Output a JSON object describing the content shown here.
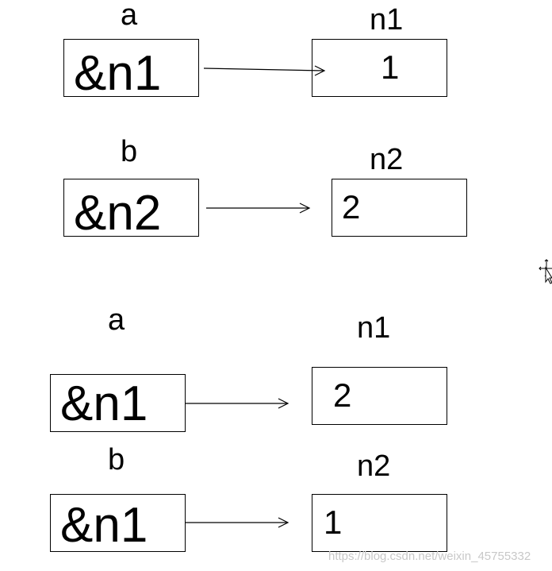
{
  "scenarios": [
    {
      "pointers": [
        {
          "var_name": "a",
          "value": "&n1",
          "target": "n1",
          "target_value": "1"
        },
        {
          "var_name": "b",
          "value": "&n2",
          "target": "n2",
          "target_value": "2"
        }
      ]
    },
    {
      "pointers": [
        {
          "var_name": "a",
          "value": "&n1",
          "target": "n1",
          "target_value": "2"
        },
        {
          "var_name": "b",
          "value": "&n1",
          "target": "n2",
          "target_value": "1"
        }
      ]
    }
  ],
  "watermark": "https://blog.csdn.net/weixin_45755332",
  "icons": {
    "cursor": "move-cursor-icon"
  },
  "colors": {
    "stroke": "#000000",
    "watermark": "#c8c8c8"
  }
}
